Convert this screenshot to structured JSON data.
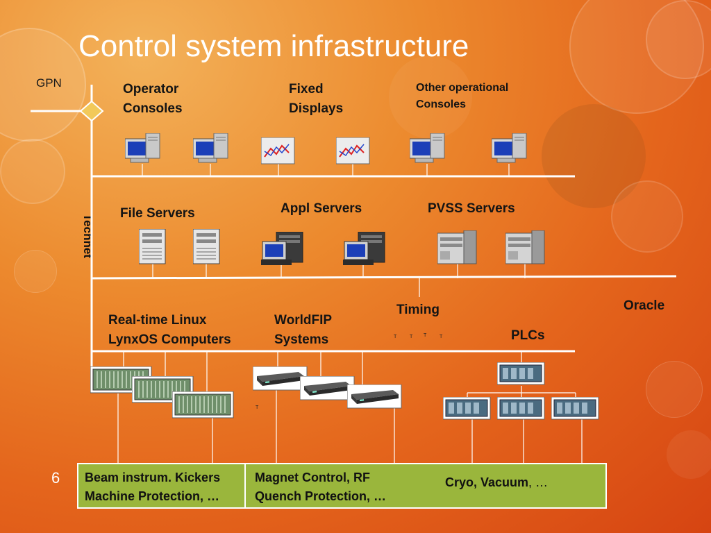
{
  "title": "Control system infrastructure",
  "page_number": "6",
  "network_labels": {
    "gpn": "GPN",
    "technet": "Technet"
  },
  "tiers": {
    "operator_consoles": "Operator\nConsoles",
    "fixed_displays": "Fixed\nDisplays",
    "other_consoles": "Other operational\nConsoles",
    "file_servers": "File Servers",
    "appl_servers": "Appl Servers",
    "pvss_servers": "PVSS Servers",
    "timing": "Timing",
    "oracle": "Oracle",
    "realtime": "Real-time Linux\nLynxOS Computers",
    "worldfip": "WorldFIP\nSystems",
    "plcs": "PLCs"
  },
  "timing_marks": [
    "T",
    "T",
    "T",
    "T"
  ],
  "worldfip_mark": "T",
  "systems": {
    "left": "Beam instrum. Kickers\nMachine Protection, …",
    "middle": "Magnet Control, RF\nQuench Protection, …",
    "right_main": "Cryo, Vacuum",
    "right_tail": ", …"
  },
  "colors": {
    "background": "#e4651c",
    "network_lines": "#ffffff",
    "systems_box": "#9ab63c"
  },
  "icons": {
    "consoles": "monitor-icon",
    "displays": "chart-display-icon",
    "file_servers": "server-tower-icon",
    "appl_servers": "workstation-icon",
    "pvss_servers": "server-pc-icon",
    "realtime": "vme-crate-icon",
    "worldfip": "rack-unit-icon",
    "plcs": "plc-module-icon"
  }
}
